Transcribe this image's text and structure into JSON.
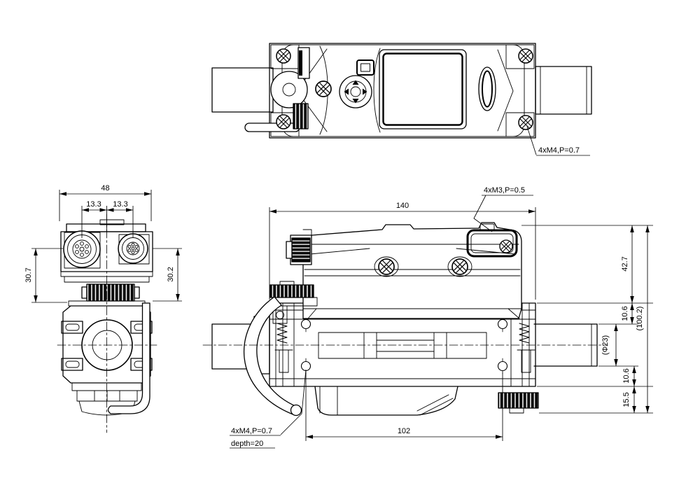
{
  "drawing": {
    "type": "mechanical three-view technical drawing",
    "colors": {
      "background": "#ffffff",
      "line": "#000000"
    }
  },
  "top_view": {
    "note_m4": "4xM4,P=0.7"
  },
  "side_view": {
    "dim_width": "48",
    "dim_conn_left": "13.3",
    "dim_conn_right": "13.3",
    "dim_h_left": "30.7",
    "dim_h_right": "30.2"
  },
  "front_view": {
    "dim_width": "140",
    "dim_mount_span": "102",
    "dim_upper": "42.7",
    "dim_flange_top": "10.6",
    "dim_bore": "(Φ23)",
    "dim_flange_bottom": "10.6",
    "dim_base": "15.5",
    "dim_overall": "(100.2)",
    "note_m3": "4xM3,P=0.5",
    "note_m4": "4xM4,P=0.7",
    "note_depth": "depth=20"
  }
}
